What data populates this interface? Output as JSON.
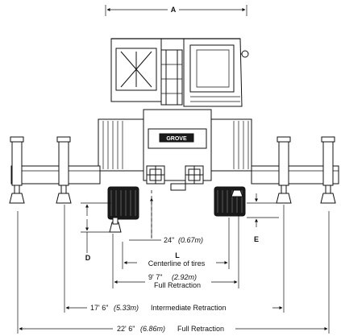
{
  "labels": {
    "dim_a": "A",
    "dim_d": "D",
    "dim_e": "E",
    "dim_l": "L",
    "height_value": "24\"",
    "height_metric": "(0.67m)",
    "centerline": "Centerline of tires",
    "full_retraction_value": "9' 7\"",
    "full_retraction_metric": "(2.92m)",
    "full_retraction_caption": "Full Retraction",
    "intermediate_value": "17' 6\"",
    "intermediate_metric": "(5.33m)",
    "intermediate_caption": "Intermediate Retraction",
    "full_extension_value": "22' 6\"",
    "full_extension_metric": "(6.86m)",
    "full_extension_caption": "Full Retraction",
    "brand": "GROVE"
  }
}
